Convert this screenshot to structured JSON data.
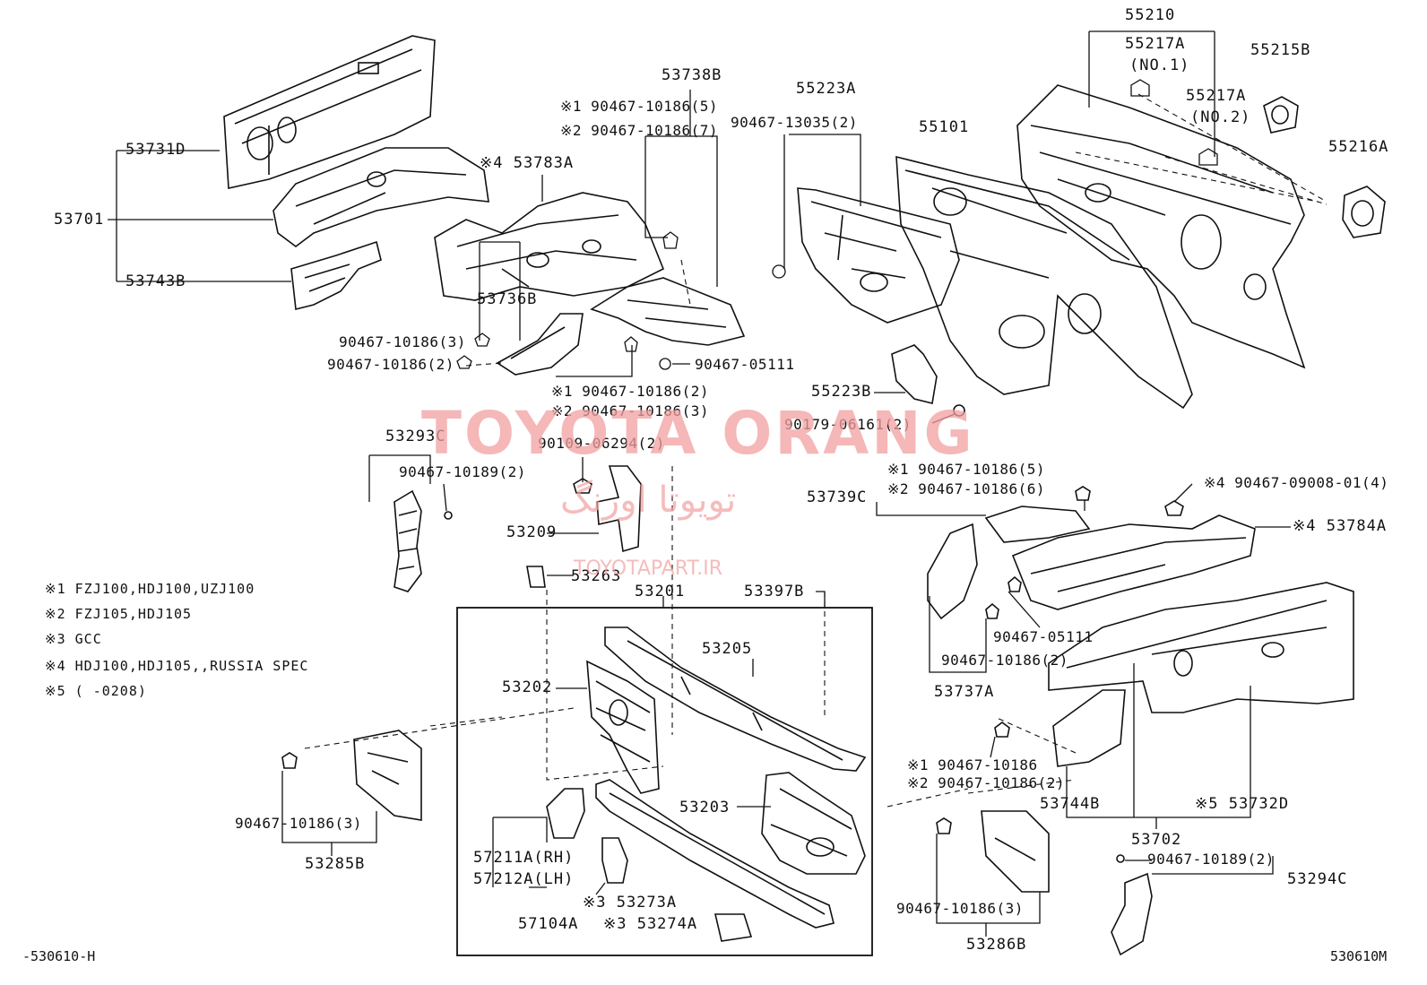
{
  "labels": {
    "p53731D": "53731D",
    "p53701": "53701",
    "p53743B": "53743B",
    "p53783A": "※4 53783A",
    "p53738B": "53738B",
    "p53738B_n1": "※1 90467-10186(5)",
    "p53738B_n2": "※2 90467-10186(7)",
    "p53736B": "53736B",
    "p53736B_a": "90467-10186(3)",
    "p53736B_b": "90467-10186(2)",
    "p05111a": "90467-05111",
    "p53738B_n3": "※1 90467-10186(2)",
    "p53738B_n4": "※2 90467-10186(3)",
    "p55223A": "55223A",
    "p13035": "90467-13035(2)",
    "p55101": "55101",
    "p55210": "55210",
    "p55217A1": "55217A",
    "p55217A1b": "(NO.1)",
    "p55217A2": "55217A",
    "p55217A2b": "(NO.2)",
    "p55215B": "55215B",
    "p55216A": "55216A",
    "p55223B": "55223B",
    "p06161": "90179-06161(2)",
    "p53293C": "53293C",
    "p10189a": "90467-10189(2)",
    "p06294": "90109-06294(2)",
    "p53209": "53209",
    "p53263": "53263",
    "p53201": "53201",
    "p53397B": "53397B",
    "p53205": "53205",
    "p53202": "53202",
    "p53203": "53203",
    "p57211A": "57211A(RH)",
    "p57212A": "57212A(LH)",
    "p53273A": "※3 53273A",
    "p57104A": "57104A",
    "p53274A": "※3 53274A",
    "p10186c": "90467-10186(3)",
    "p53285B": "53285B",
    "p53739C": "53739C",
    "p53739C_n1": "※1 90467-10186(5)",
    "p53739C_n2": "※2 90467-10186(6)",
    "p09008": "※4 90467-09008-01(4)",
    "p53784A": "※4 53784A",
    "p05111b": "90467-05111",
    "p10186d": "90467-10186(2)",
    "p53737A": "53737A",
    "p10186e": "※1 90467-10186",
    "p10186f": "※2 90467-10186(2)",
    "p53744B": "53744B",
    "p53732D": "※5 53732D",
    "p53702": "53702",
    "p10189b": "90467-10189(2)",
    "p53294C": "53294C",
    "p10186g": "90467-10186(3)",
    "p53286B": "53286B"
  },
  "legend": [
    "※1  FZJ100,HDJ100,UZJ100",
    "※2  FZJ105,HDJ105",
    "※3  GCC",
    "※4  HDJ100,HDJ105,,RUSSIA SPEC",
    "※5  (      -0208)"
  ],
  "watermark": {
    "title": "TOYOTA ORANG",
    "persian": "تویوتا اورنگ",
    "site": "TOYOTAPART.IR"
  },
  "codes": {
    "left": "-530610-H",
    "right": "530610M"
  }
}
